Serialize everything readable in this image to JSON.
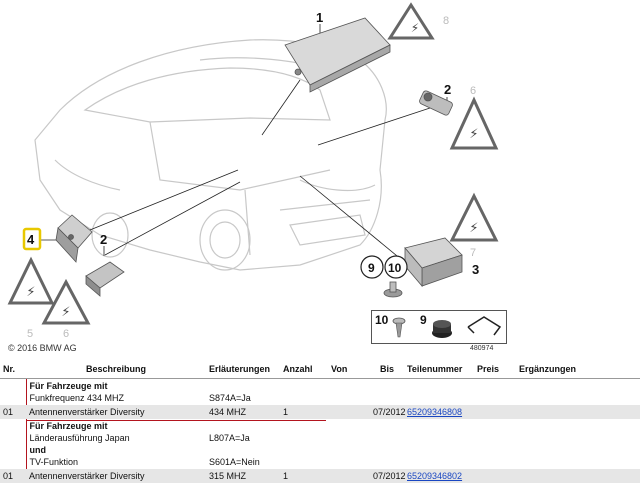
{
  "diagram": {
    "callouts": [
      "1",
      "2",
      "3",
      "4",
      "2",
      "9",
      "10"
    ],
    "warning_refs": [
      "8",
      "6",
      "7",
      "5",
      "6"
    ],
    "legend": [
      "10",
      "9"
    ],
    "copyright": "© 2016 BMW AG",
    "figure_id": "480974"
  },
  "table": {
    "headers": [
      "Nr.",
      "Beschreibung",
      "Erläuterungen",
      "Anzahl",
      "Von",
      "Bis",
      "Teilenummer",
      "Preis",
      "Ergänzungen"
    ],
    "group1": {
      "title": "Für Fahrzeuge mit",
      "line1": "Funkfrequenz 434 MHZ",
      "note1": "S874A=Ja"
    },
    "row1": {
      "nr": "01",
      "desc": "Antennenverstärker Diversity",
      "note": "434 MHZ",
      "qty": "1",
      "von": "",
      "bis": "07/2012",
      "part": "65209346808"
    },
    "group2": {
      "title": "Für Fahrzeuge mit",
      "line1": "Länderausführung Japan",
      "und": "und",
      "line2": "TV-Funktion",
      "note1": "L807A=Ja",
      "note2": "S601A=Nein"
    },
    "row2": {
      "nr": "01",
      "desc": "Antennenverstärker Diversity",
      "note": "315 MHZ",
      "qty": "1",
      "bis": "07/2012",
      "part": "65209346802"
    }
  }
}
